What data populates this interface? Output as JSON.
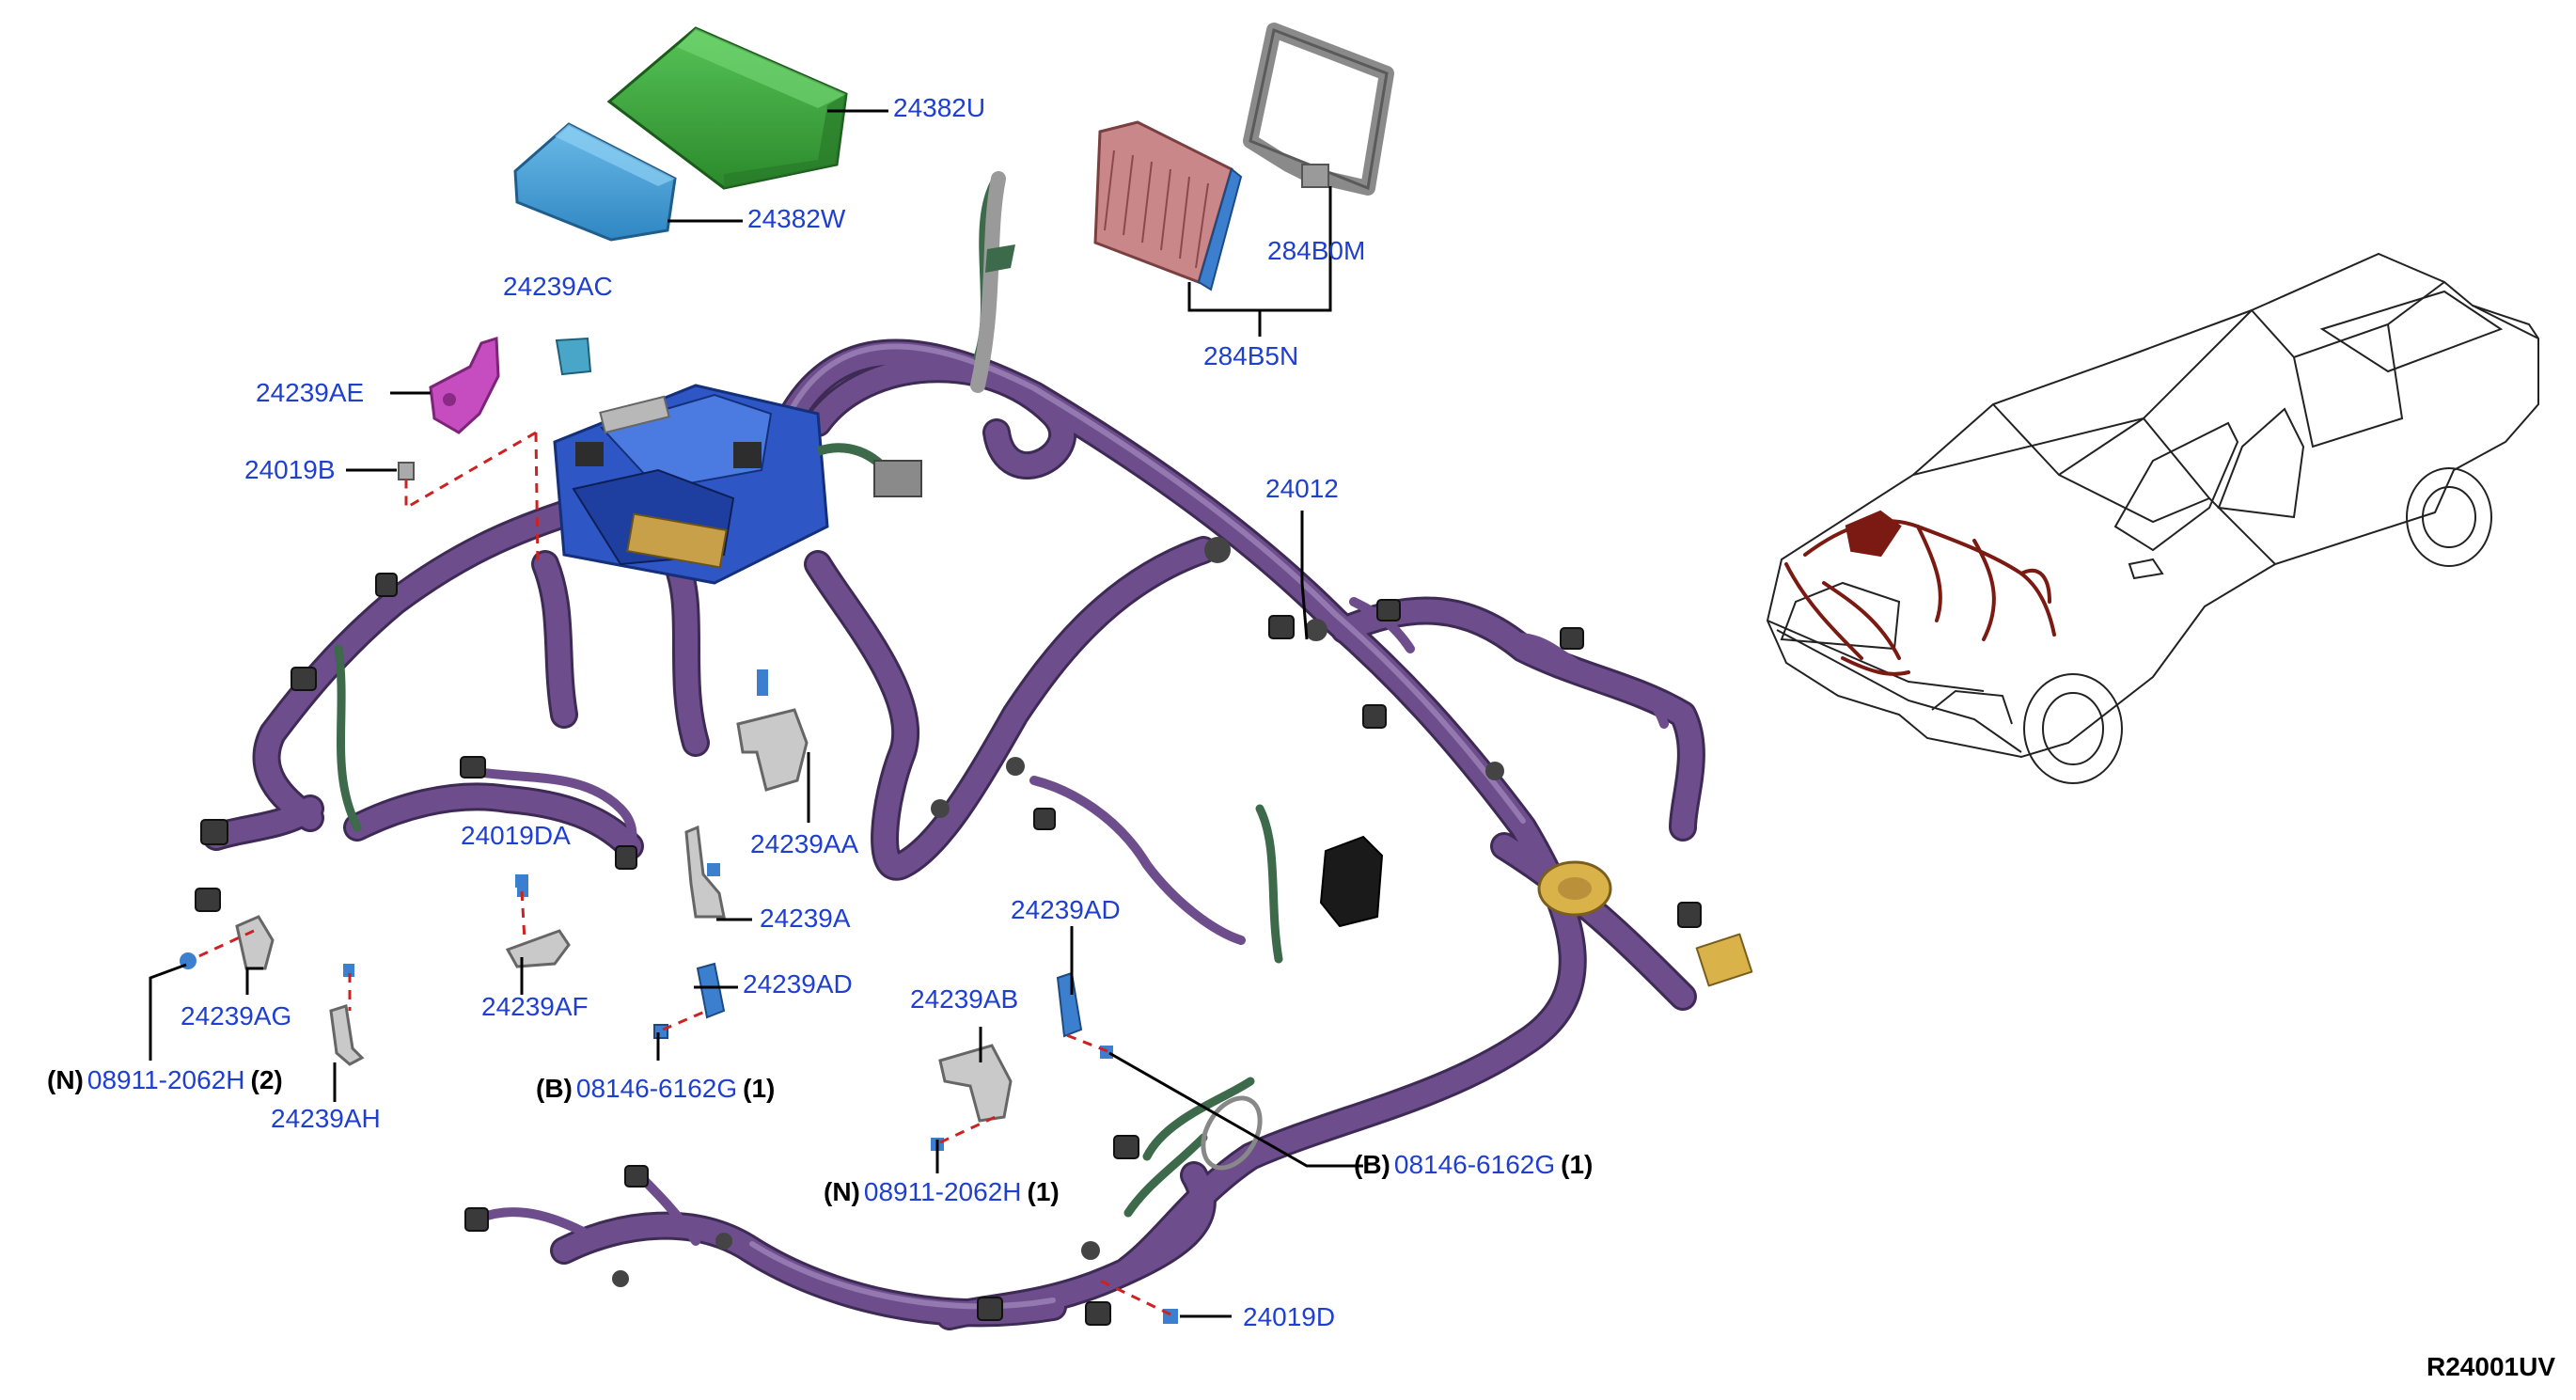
{
  "diagram_code": "R24001UV",
  "colors": {
    "harness": "#6e4d8c",
    "harness_dark": "#3d2a55",
    "harness_light": "#a28bbd",
    "sub_harness": "#3c6a4a",
    "label": "#1f3fd1",
    "leader": "#000000",
    "dashed": "#cc2222",
    "module_green": "#3aa23a",
    "module_blue": "#3d9ad6",
    "bracket_magenta": "#c54dc0",
    "fuse_block_blue": "#2e56c4",
    "relay_red": "#c9878a",
    "frame_grey": "#9a9a9a",
    "accent_yellow": "#d9b24a",
    "vehicle_harness": "#7a1a12"
  },
  "parts": {
    "p24382U": {
      "pn": "24382U"
    },
    "p24382W": {
      "pn": "24382W"
    },
    "p284B0M": {
      "pn": "284B0M"
    },
    "p284B5N": {
      "pn": "284B5N"
    },
    "p24239AC": {
      "pn": "24239AC"
    },
    "p24239AE": {
      "pn": "24239AE"
    },
    "p24019B": {
      "pn": "24019B"
    },
    "p24012": {
      "pn": "24012"
    },
    "p24239AA": {
      "pn": "24239AA"
    },
    "p24019DA": {
      "pn": "24019DA"
    },
    "p24239A": {
      "pn": "24239A"
    },
    "p24239AD_a": {
      "pn": "24239AD"
    },
    "p24239AF": {
      "pn": "24239AF"
    },
    "p24239AG": {
      "pn": "24239AG"
    },
    "p24239AH": {
      "pn": "24239AH"
    },
    "p08911_2": {
      "prefix": "(N)",
      "pn": "08911-2062H",
      "qty": "(2)"
    },
    "p08146_a": {
      "prefix": "(B)",
      "pn": "08146-6162G",
      "qty": "(1)"
    },
    "p24239AD_b": {
      "pn": "24239AD"
    },
    "p24239AB": {
      "pn": "24239AB"
    },
    "p08911_1": {
      "prefix": "(N)",
      "pn": "08911-2062H",
      "qty": "(1)"
    },
    "p08146_b": {
      "prefix": "(B)",
      "pn": "08146-6162G",
      "qty": "(1)"
    },
    "p24019D": {
      "pn": "24019D"
    }
  }
}
